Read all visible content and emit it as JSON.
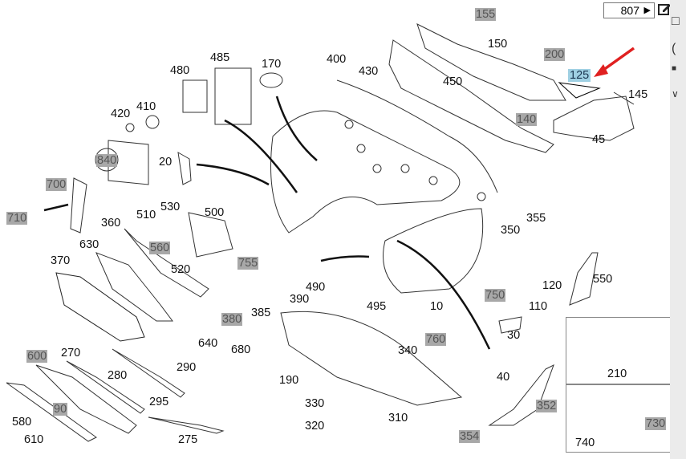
{
  "toolbar": {
    "page_number": "807",
    "arrow_glyph": "▶",
    "edit_icon": "edit-icon"
  },
  "highlight": {
    "part_number": "125",
    "highlight_color": "#9fd0e3",
    "pointer_color": "#e02020"
  },
  "colors": {
    "gray_label_bg": "#a8a8a8",
    "line": "#222222"
  },
  "labels": [
    {
      "id": "155",
      "style": "gray"
    },
    {
      "id": "150",
      "style": "plain"
    },
    {
      "id": "200",
      "style": "gray"
    },
    {
      "id": "125",
      "style": "highlight"
    },
    {
      "id": "450",
      "style": "plain"
    },
    {
      "id": "145",
      "style": "plain"
    },
    {
      "id": "140",
      "style": "gray"
    },
    {
      "id": "45",
      "style": "plain"
    },
    {
      "id": "485",
      "style": "plain"
    },
    {
      "id": "480",
      "style": "plain"
    },
    {
      "id": "170",
      "style": "plain"
    },
    {
      "id": "400",
      "style": "plain"
    },
    {
      "id": "430",
      "style": "plain"
    },
    {
      "id": "420",
      "style": "plain"
    },
    {
      "id": "410",
      "style": "plain"
    },
    {
      "id": "840",
      "style": "gray"
    },
    {
      "id": "20",
      "style": "plain"
    },
    {
      "id": "700",
      "style": "gray"
    },
    {
      "id": "710",
      "style": "gray"
    },
    {
      "id": "530",
      "style": "plain"
    },
    {
      "id": "510",
      "style": "plain"
    },
    {
      "id": "500",
      "style": "plain"
    },
    {
      "id": "360",
      "style": "plain"
    },
    {
      "id": "560",
      "style": "gray"
    },
    {
      "id": "630",
      "style": "plain"
    },
    {
      "id": "520",
      "style": "plain"
    },
    {
      "id": "370",
      "style": "plain"
    },
    {
      "id": "755",
      "style": "gray"
    },
    {
      "id": "490",
      "style": "plain"
    },
    {
      "id": "390",
      "style": "plain"
    },
    {
      "id": "385",
      "style": "plain"
    },
    {
      "id": "380",
      "style": "gray"
    },
    {
      "id": "495",
      "style": "plain"
    },
    {
      "id": "10",
      "style": "plain"
    },
    {
      "id": "640",
      "style": "plain"
    },
    {
      "id": "680",
      "style": "plain"
    },
    {
      "id": "760",
      "style": "gray"
    },
    {
      "id": "355",
      "style": "plain"
    },
    {
      "id": "350",
      "style": "plain"
    },
    {
      "id": "120",
      "style": "plain"
    },
    {
      "id": "550",
      "style": "plain"
    },
    {
      "id": "750",
      "style": "gray"
    },
    {
      "id": "110",
      "style": "plain"
    },
    {
      "id": "30",
      "style": "plain"
    },
    {
      "id": "40",
      "style": "plain"
    },
    {
      "id": "210",
      "style": "plain"
    },
    {
      "id": "352",
      "style": "gray"
    },
    {
      "id": "730",
      "style": "gray"
    },
    {
      "id": "740",
      "style": "plain"
    },
    {
      "id": "354",
      "style": "gray"
    },
    {
      "id": "340",
      "style": "plain"
    },
    {
      "id": "190",
      "style": "plain"
    },
    {
      "id": "330",
      "style": "plain"
    },
    {
      "id": "320",
      "style": "plain"
    },
    {
      "id": "310",
      "style": "plain"
    },
    {
      "id": "600",
      "style": "gray"
    },
    {
      "id": "270",
      "style": "plain"
    },
    {
      "id": "280",
      "style": "plain"
    },
    {
      "id": "290",
      "style": "plain"
    },
    {
      "id": "295",
      "style": "plain"
    },
    {
      "id": "90",
      "style": "gray"
    },
    {
      "id": "580",
      "style": "plain"
    },
    {
      "id": "610",
      "style": "plain"
    },
    {
      "id": "275",
      "style": "plain"
    }
  ]
}
